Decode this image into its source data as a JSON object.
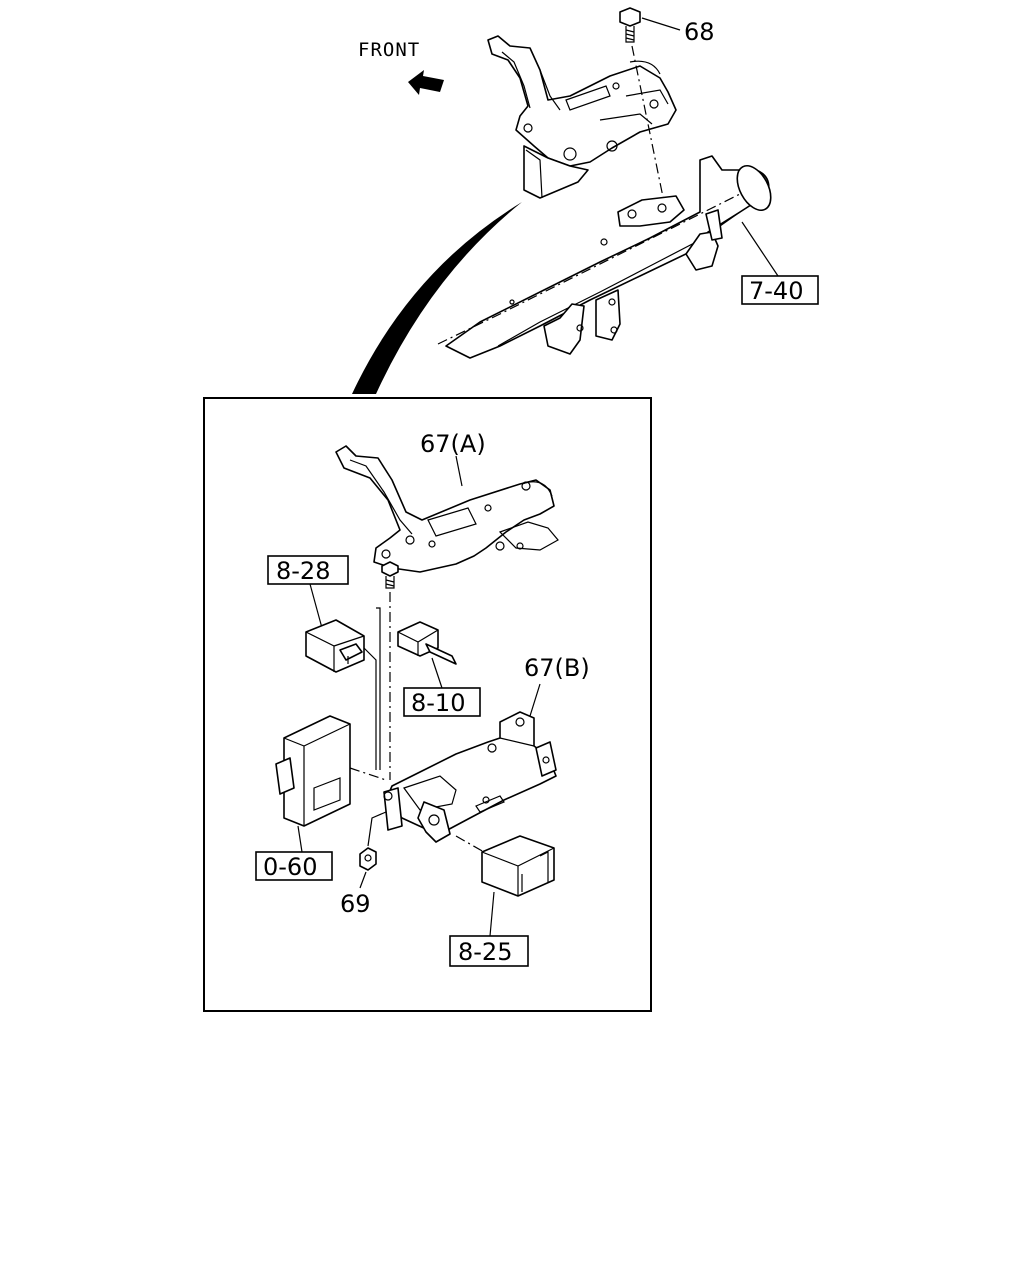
{
  "labels": {
    "front": "FRONT",
    "bolt_68": "68",
    "ref_7_40": "7-40",
    "bracket_67a": "67(A)",
    "ref_8_28": "8-28",
    "ref_8_10": "8-10",
    "bracket_67b": "67(B)",
    "ref_0_60": "0-60",
    "nut_69": "69",
    "ref_8_25": "8-25"
  }
}
